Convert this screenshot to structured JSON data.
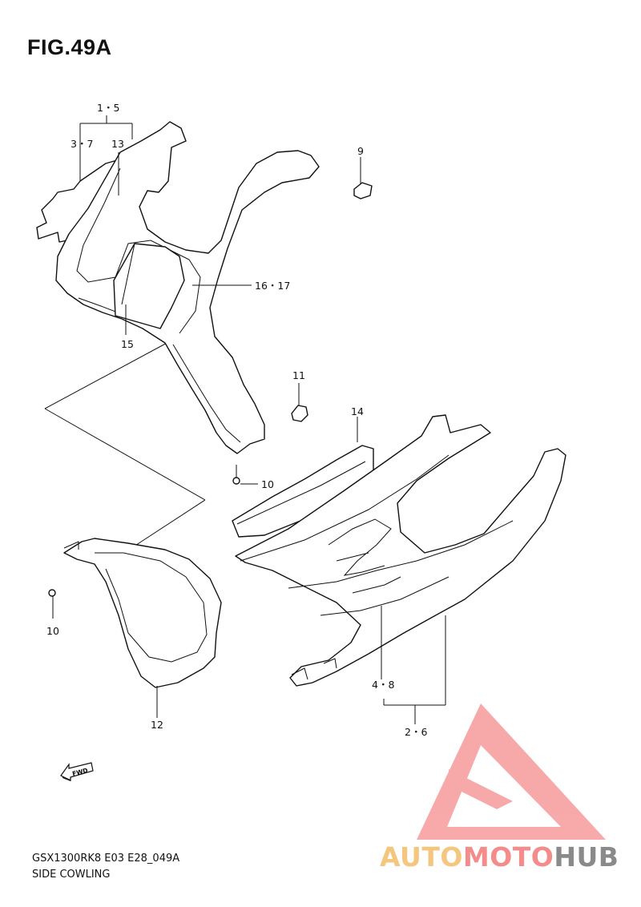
{
  "figure": {
    "title": "FIG.49A"
  },
  "callouts": {
    "c1_5": "1・5",
    "c3_7": "3・7",
    "c13": "13",
    "c9": "9",
    "c16_17": "16・17",
    "c15": "15",
    "c11": "11",
    "c14": "14",
    "c10a": "10",
    "c10b": "10",
    "c12": "12",
    "c4_8": "4・8",
    "c2_6": "2・6"
  },
  "fwd_label": "FWD",
  "footer": {
    "model": "GSX1300RK8 E03 E28_049A",
    "section": "SIDE COWLING"
  },
  "watermark": {
    "part1": "AUTO",
    "part2": "MOTO",
    "part3": "HUB",
    "colors": {
      "auto": "#f4c67e",
      "moto": "#f58c8c",
      "hub": "#8a8a8a",
      "logo": "#f58c8c"
    }
  }
}
